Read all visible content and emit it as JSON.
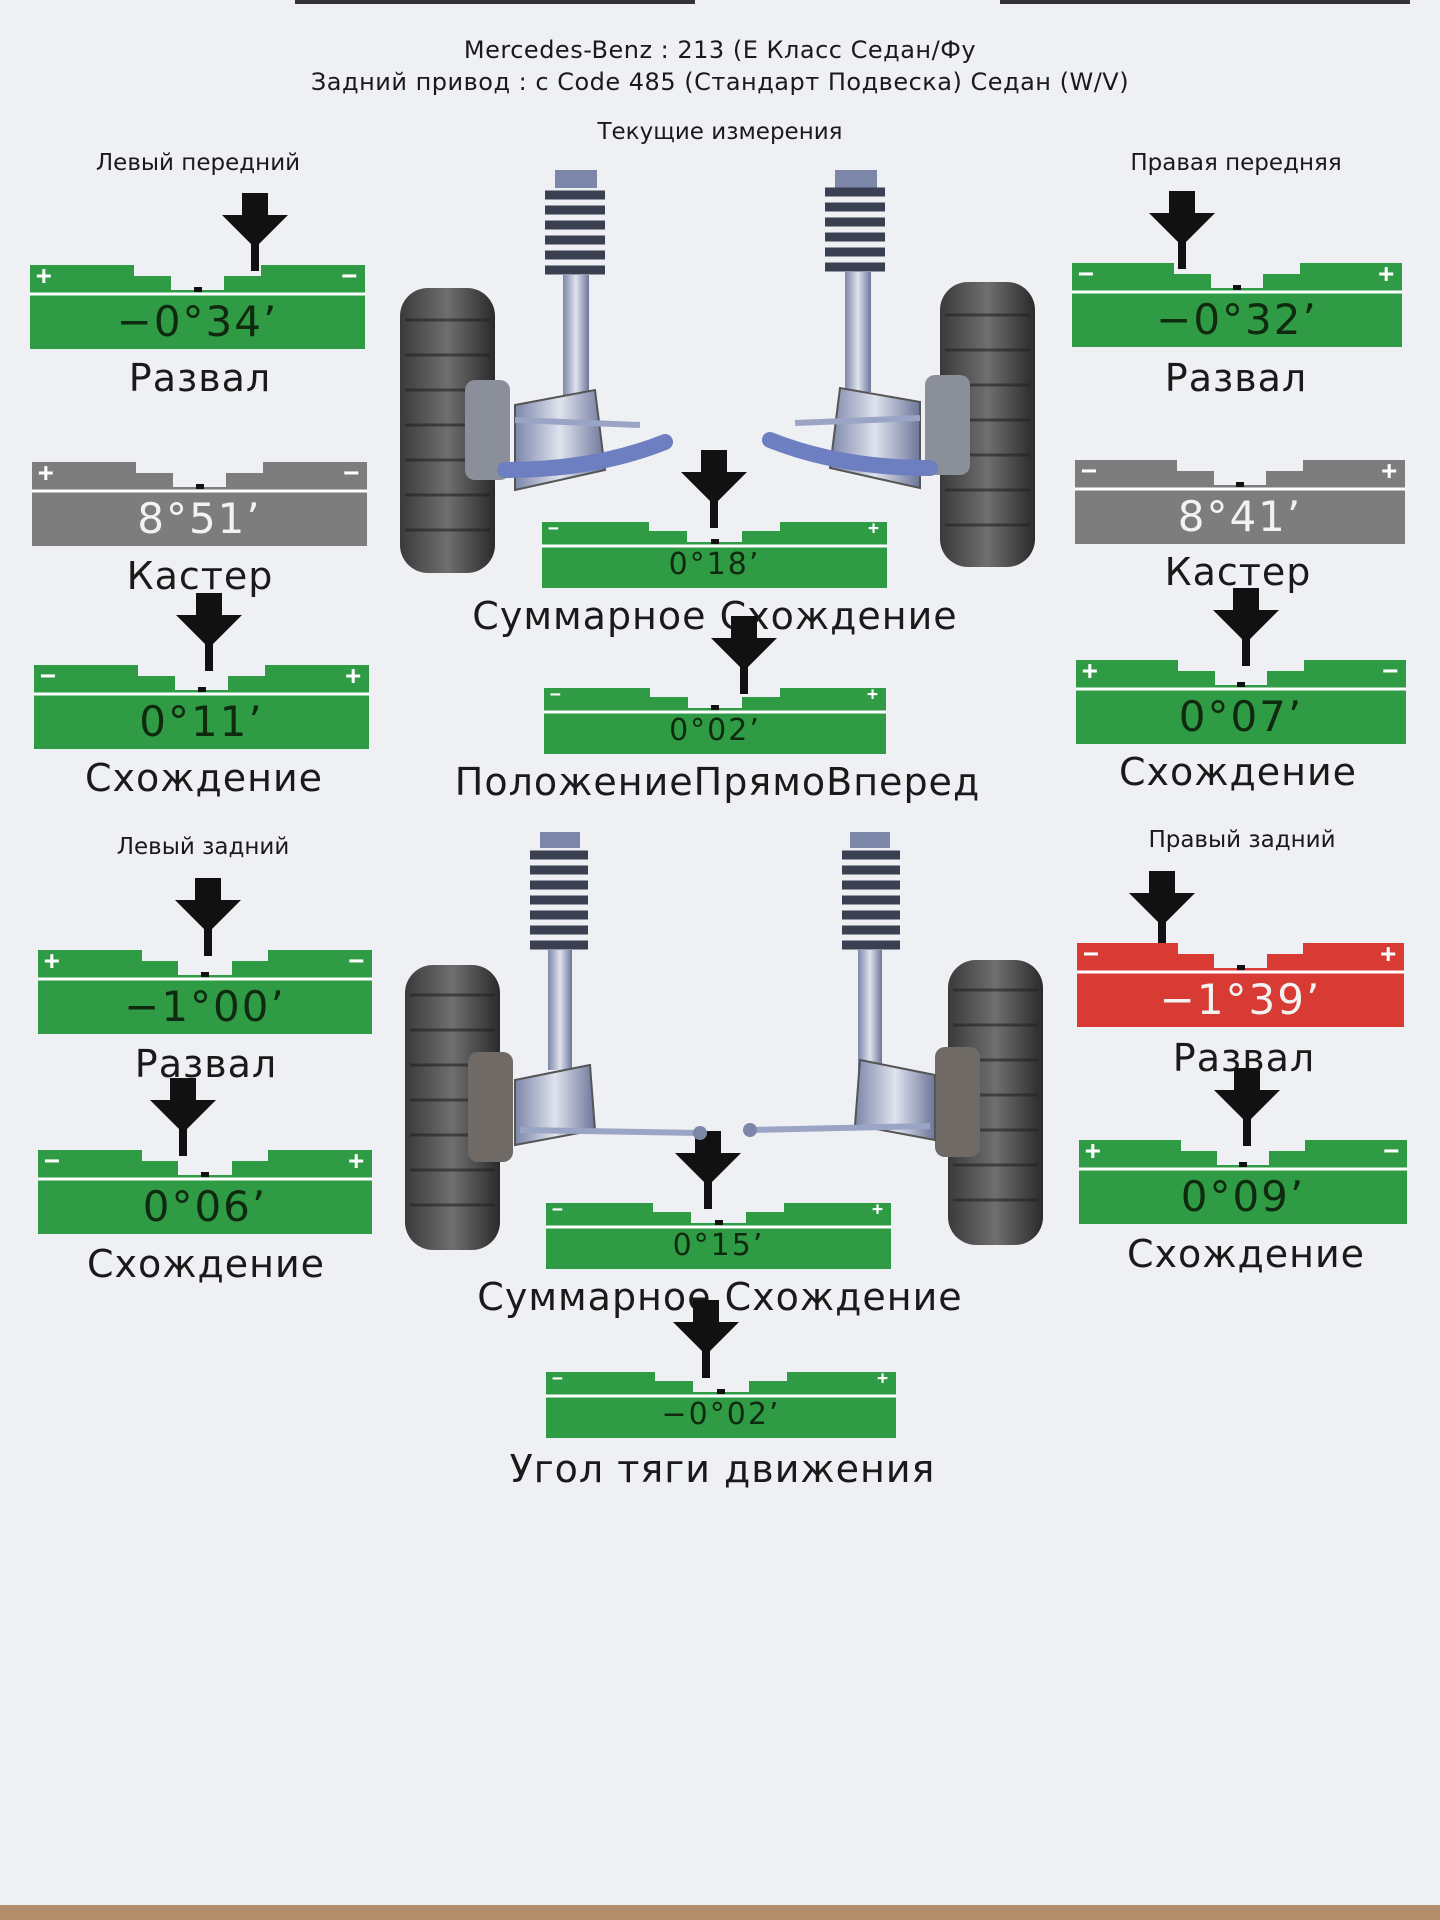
{
  "header": {
    "line1": "Mercedes-Benz : 213 (E Класс Седан/Фу",
    "line2": "Задний привод : с Code 485 (Стандарт Подвеска) Седан (W/V)",
    "title": "Текущие измерения"
  },
  "front_left": {
    "label": "Левый передний",
    "camber": {
      "value": "−0°34’",
      "label": "Развал",
      "status": "ok"
    },
    "caster": {
      "value": "8°51’",
      "label": "Кастер",
      "status": "neutral"
    },
    "toe": {
      "value": "0°11’",
      "label": "Схождение",
      "status": "ok"
    }
  },
  "front_right": {
    "label": "Правая передняя",
    "camber": {
      "value": "−0°32’",
      "label": "Развал",
      "status": "ok"
    },
    "caster": {
      "value": "8°41’",
      "label": "Кастер",
      "status": "neutral"
    },
    "toe": {
      "value": "0°07’",
      "label": "Схождение",
      "status": "ok"
    }
  },
  "front_center": {
    "total_toe": {
      "value": "0°18’",
      "label": "Суммарное Схождение",
      "status": "ok"
    },
    "straight_ahead": {
      "value": "0°02’",
      "label": "ПоложениеПрямоВперед",
      "status": "ok"
    }
  },
  "rear_left": {
    "label": "Левый задний",
    "camber": {
      "value": "−1°00’",
      "label": "Развал",
      "status": "ok"
    },
    "toe": {
      "value": "0°06’",
      "label": "Схождение",
      "status": "ok"
    }
  },
  "rear_right": {
    "label": "Правый задний",
    "camber": {
      "value": "−1°39’",
      "label": "Развал",
      "status": "out"
    },
    "toe": {
      "value": "0°09’",
      "label": "Схождение",
      "status": "ok"
    }
  },
  "rear_center": {
    "total_toe": {
      "value": "0°15’",
      "label": "Суммарное Схождение",
      "status": "ok"
    },
    "thrust_angle": {
      "value": "−0°02’",
      "label": "Угол тяги движения",
      "status": "ok"
    }
  },
  "colors": {
    "ok": "#2f9b45",
    "out": "#d83a34",
    "neutral": "#7d7d7d"
  },
  "icons": [
    "down-arrow-icon",
    "plus-sign-icon",
    "minus-sign-icon",
    "front-suspension-illustration",
    "rear-suspension-illustration"
  ]
}
